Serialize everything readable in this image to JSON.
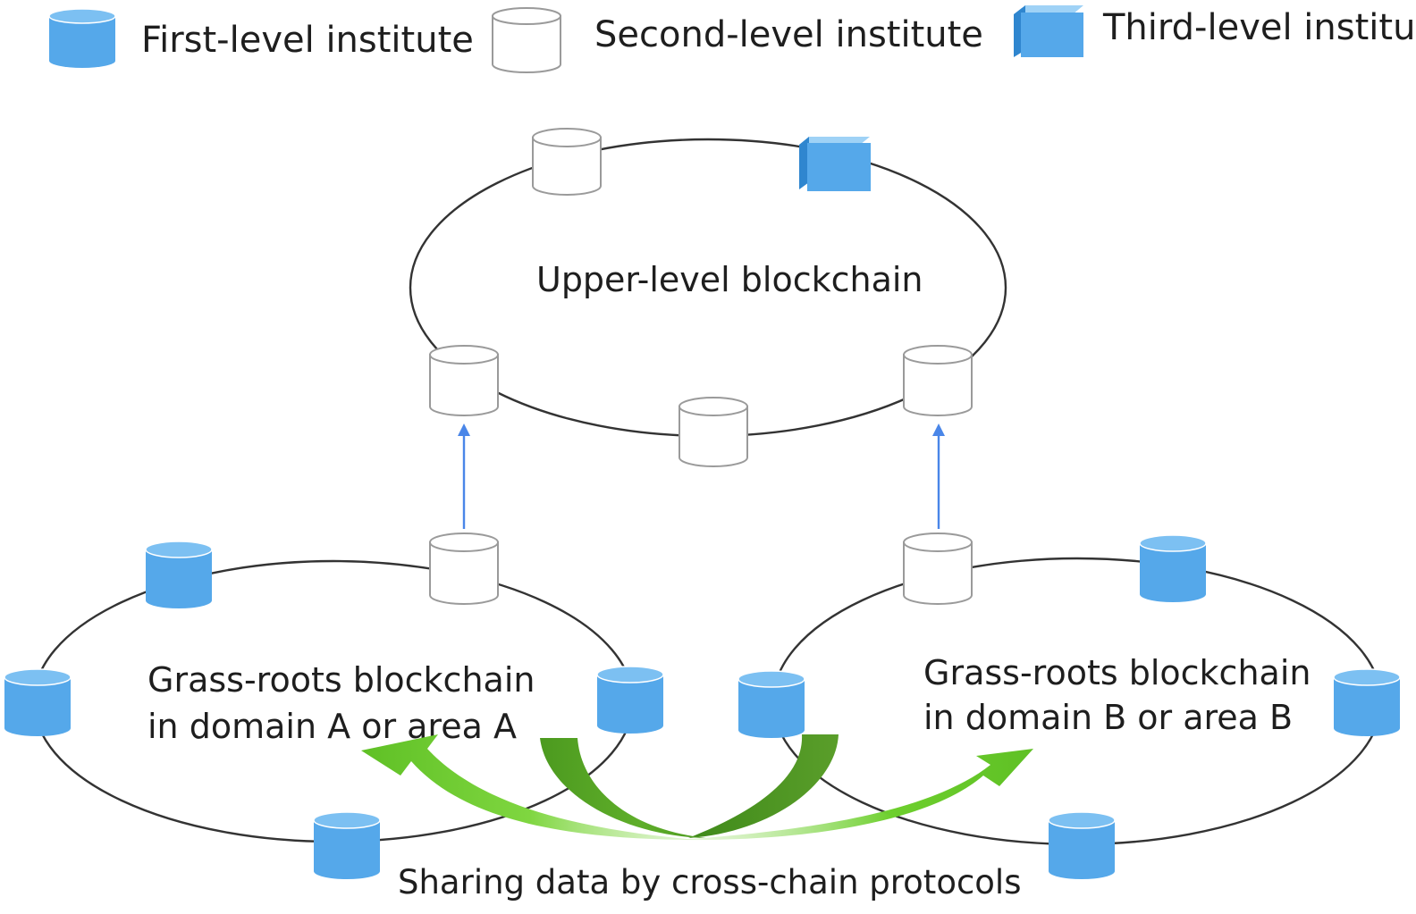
{
  "legend": {
    "first_level_label": "First-level institute",
    "second_level_label": "Second-level institute",
    "third_level_label": "Third-level institute"
  },
  "upper_chain": {
    "label": "Upper-level blockchain"
  },
  "chain_a": {
    "label_line1": "Grass-roots blockchain",
    "label_line2": "in domain A or area A"
  },
  "chain_b": {
    "label_line1": "Grass-roots blockchain",
    "label_line2": "in domain B or area B"
  },
  "caption": "Sharing data by cross-chain protocols",
  "colors": {
    "first_level_node": "#55a8ea",
    "second_level_node": "#ffffff",
    "third_level_node": "#55a8ea",
    "ring_stroke": "#333333",
    "link_arrow": "#4a86e8",
    "cross_chain_arrow_light": "#6dcf2d",
    "cross_chain_arrow_dark": "#4c9a1f"
  },
  "icons": {
    "first_level": "blue-cylinder-icon",
    "second_level": "white-cylinder-icon",
    "third_level": "blue-cube-icon"
  }
}
